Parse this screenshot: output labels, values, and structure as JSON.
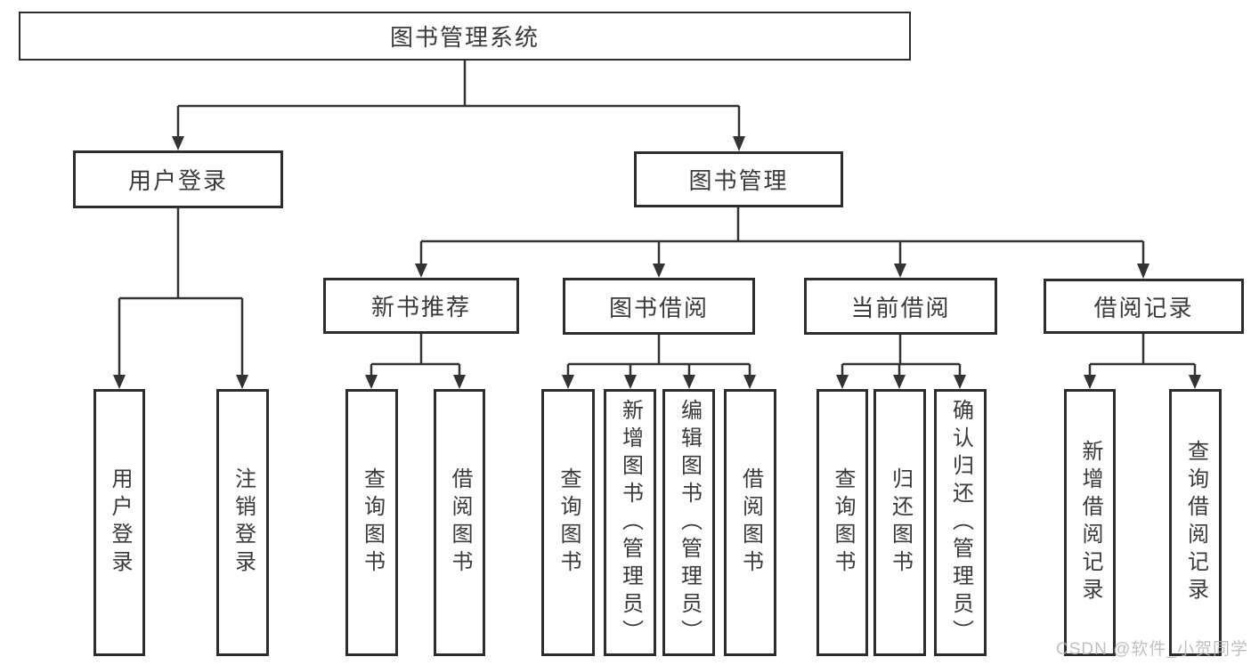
{
  "tree": {
    "label": "图书管理系统",
    "children": [
      {
        "label": "用户登录",
        "children": [
          {
            "label": "用户登录"
          },
          {
            "label": "注销登录"
          }
        ]
      },
      {
        "label": "图书管理",
        "children": [
          {
            "label": "新书推荐",
            "children": [
              {
                "label": "查询图书"
              },
              {
                "label": "借阅图书"
              }
            ]
          },
          {
            "label": "图书借阅",
            "children": [
              {
                "label": "查询图书"
              },
              {
                "label": "新增图书（管理员）"
              },
              {
                "label": "编辑图书（管理员）"
              },
              {
                "label": "借阅图书"
              }
            ]
          },
          {
            "label": "当前借阅",
            "children": [
              {
                "label": "查询图书"
              },
              {
                "label": "归还图书"
              },
              {
                "label": "确认归还（管理员）"
              }
            ]
          },
          {
            "label": "借阅记录",
            "children": [
              {
                "label": "新增借阅记录"
              },
              {
                "label": "查询借阅记录"
              }
            ]
          }
        ]
      }
    ]
  },
  "watermark": {
    "text": "CSDN @软件_小贺同学"
  },
  "colors": {
    "line": "#333333",
    "box_border": "#2d2d2d",
    "text": "#3a3a3a",
    "watermark": "#b6b6b6",
    "background": "#ffffff"
  }
}
